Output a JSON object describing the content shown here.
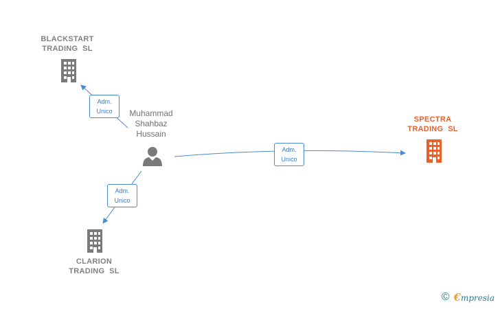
{
  "nodes": {
    "blackstart": {
      "label": "BLACKSTART\nTRADING  SL",
      "icon": "building-icon",
      "color": "#7a7a7a"
    },
    "clarion": {
      "label": "CLARION\nTRADING  SL",
      "icon": "building-icon",
      "color": "#7a7a7a"
    },
    "spectra": {
      "label": "SPECTRA\nTRADING  SL",
      "icon": "building-icon",
      "color": "#e8602c"
    },
    "person": {
      "label": "Muhammad\nShahbaz\nHussain",
      "icon": "person-icon",
      "color": "#707070"
    }
  },
  "edges": [
    {
      "from": "person",
      "to": "blackstart",
      "role": "Adm.\nUnico"
    },
    {
      "from": "person",
      "to": "clarion",
      "role": "Adm.\nUnico"
    },
    {
      "from": "person",
      "to": "spectra",
      "role": "Adm.\nUnico"
    }
  ],
  "colors": {
    "edge": "#4a8ad4",
    "building": "#7a7a7a",
    "highlight": "#e8602c"
  },
  "brand": {
    "copyright": "©",
    "name_initial": "€",
    "name_rest": "mpresia"
  }
}
